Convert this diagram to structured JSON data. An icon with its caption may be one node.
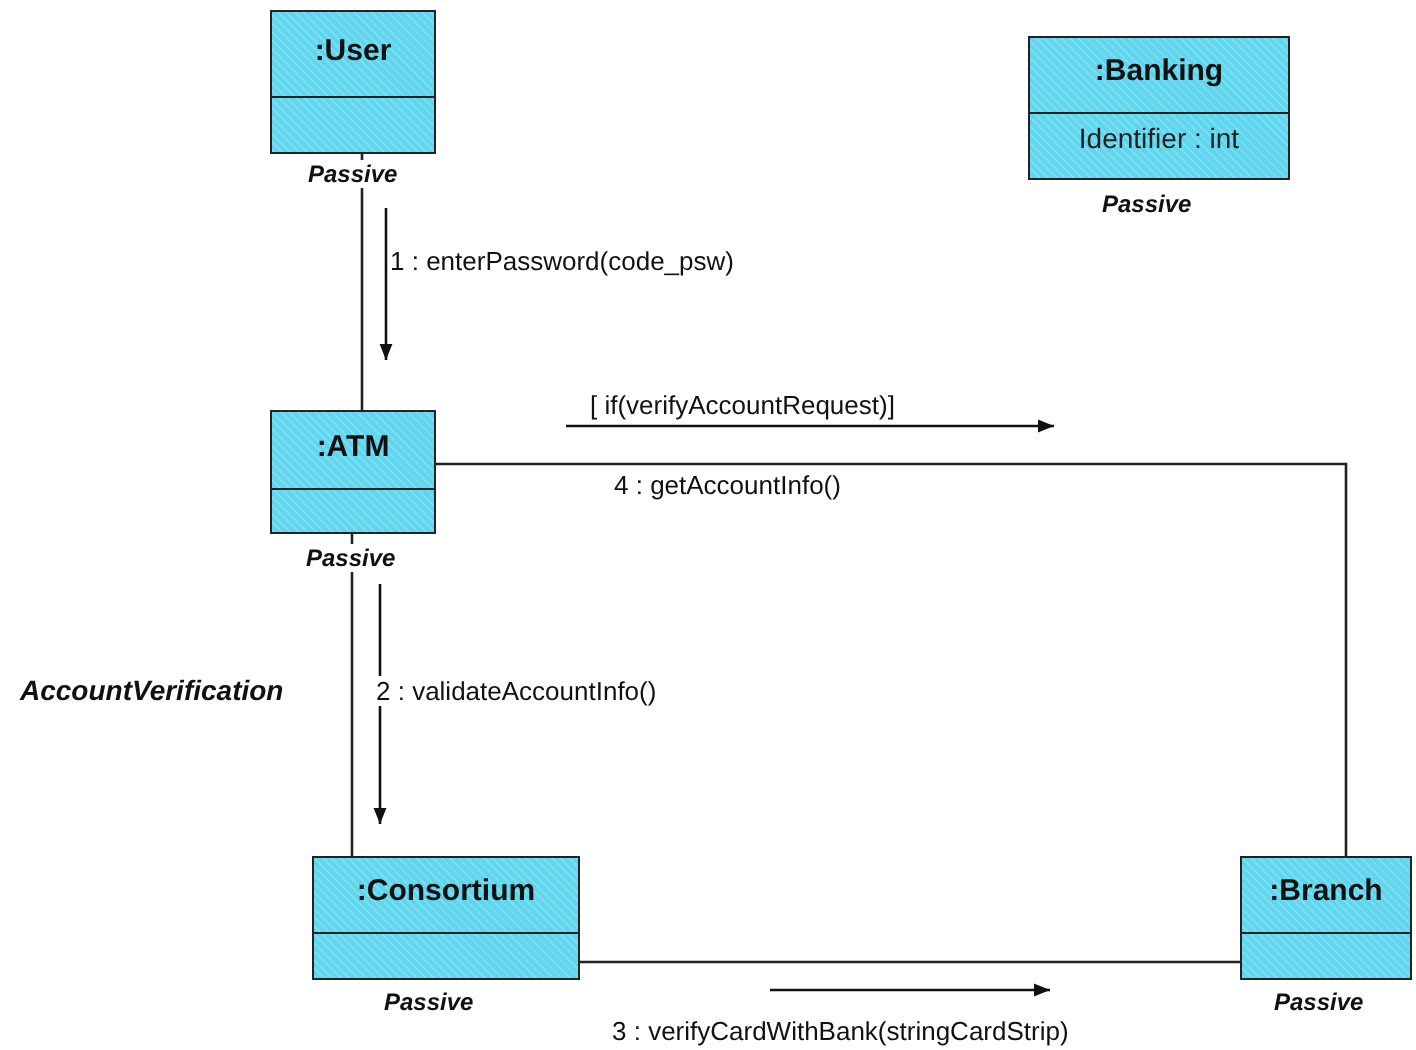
{
  "diagram": {
    "nodes": [
      {
        "text": [
          ":User"
        ],
        "beside": [
          "Passive"
        ]
      },
      {
        "text": [
          ":Banking",
          "Identifier : int"
        ],
        "beside": [
          "Passive"
        ]
      },
      {
        "text": [
          ":ATM"
        ],
        "beside": [
          "Passive"
        ]
      },
      {
        "text": [
          ":Consortium"
        ],
        "beside": [
          "Passive"
        ]
      },
      {
        "text": [
          ":Branch"
        ],
        "beside": [
          "Passive"
        ]
      }
    ],
    "edges": [
      {
        "from": 0,
        "to": 2,
        "arrow": "none",
        "label": "1 : enterPassword(code_psw)"
      },
      {
        "from": 2,
        "to": 4,
        "arrow": "none",
        "label": "4 : getAccountInfo()"
      },
      {
        "from": 2,
        "to": 3,
        "arrow": "none",
        "label": "2 : validateAccountInfo()"
      },
      {
        "from": 3,
        "to": 4,
        "arrow": "none",
        "label": "3 : verifyCardWithBank(stringCardStrip)"
      }
    ],
    "labels": [
      "[ if(verifyAccountRequest)]",
      "AccountVerification"
    ]
  }
}
